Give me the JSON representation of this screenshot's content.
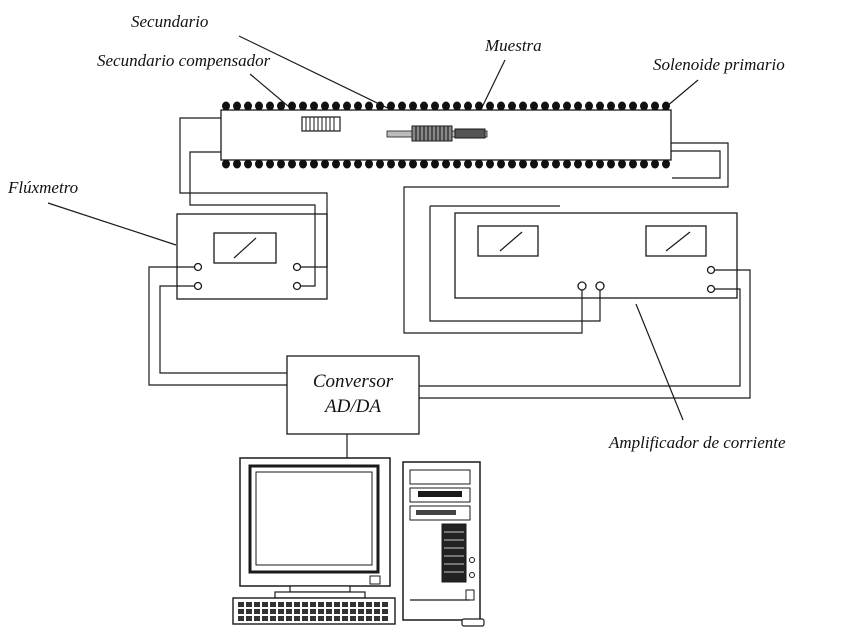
{
  "labels": {
    "secundario": "Secundario",
    "muestra": "Muestra",
    "secundario_compensador": "Secundario compensador",
    "solenoide_primario": "Solenoide primario",
    "fluxmetro": "Flúxmetro",
    "amplificador": "Amplificador de corriente"
  },
  "converter": {
    "line1": "Conversor",
    "line2": "AD/DA"
  }
}
